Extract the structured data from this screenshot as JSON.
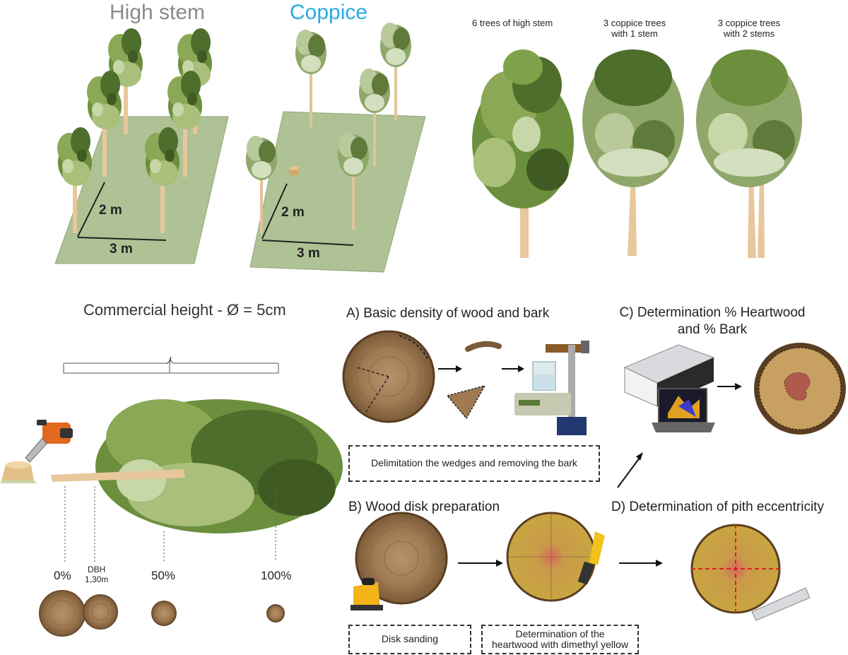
{
  "top_left": {
    "high_stem_title": "High stem",
    "coppice_title": "Coppice",
    "high_stem_dims": {
      "width": "2 m",
      "length": "3 m"
    },
    "coppice_dims": {
      "width": "2 m",
      "length": "3 m"
    },
    "title_colors": {
      "high_stem": "#8a8a8a",
      "coppice": "#29abe2"
    }
  },
  "top_right": {
    "labels": [
      "6 trees of high stem",
      "3 coppice trees\nwith 1 stem",
      "3 coppice trees\nwith 2 stems"
    ]
  },
  "bottom_left": {
    "title": "Commercial height - Ø = 5cm",
    "positions": [
      "0%",
      "DBH\n1,30m",
      "50%",
      "100%"
    ]
  },
  "panels": {
    "a_title": "A) Basic density of wood and bark",
    "a_box": "Delimitation the wedges and removing the bark",
    "b_title": "B) Wood disk preparation",
    "b_box1": "Disk sanding",
    "b_box2": "Determination of the\nheartwood with dimethyl yellow",
    "c_title": "C) Determination % Heartwood\nand % Bark",
    "d_title": "D) Determination of pith eccentricity"
  },
  "icons": [
    "tree-icon",
    "chainsaw-icon",
    "stump-icon",
    "wood-disk-icon",
    "balance-icon",
    "scanner-icon",
    "laptop-icon",
    "sander-icon",
    "brush-icon",
    "ruler-icon"
  ]
}
